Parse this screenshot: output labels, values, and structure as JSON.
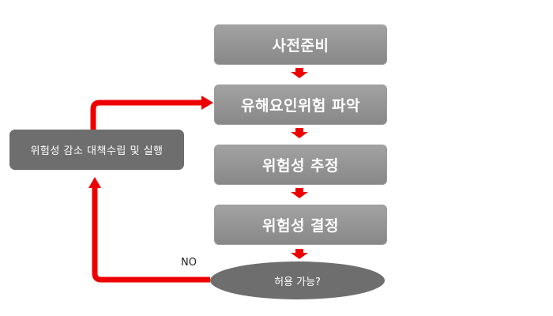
{
  "steps": {
    "preparation": "사전준비",
    "identify_hazards": "유해요인위험  파악",
    "risk_estimation": "위험성  추정",
    "risk_determination": "위험성  결정"
  },
  "decision": "허용 가능?",
  "no_label": "NO",
  "mitigation": "위험성 감소 대책수립 및 실행",
  "colors": {
    "arrow": "#ee0000",
    "step_box": "#999999",
    "dark_box": "#6e6e6e"
  }
}
